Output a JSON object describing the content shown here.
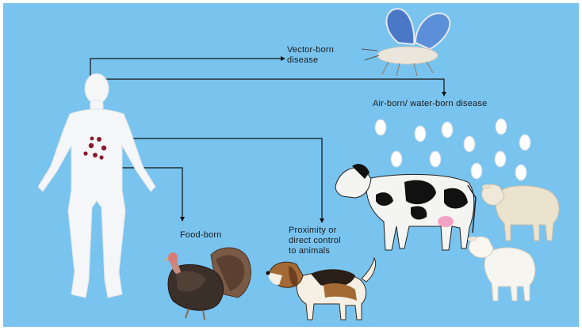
{
  "labels": {
    "vector_borne": "Vector-born\ndisease",
    "air_water_borne": "Air-born/ water-born disease",
    "food_borne": "Food-born",
    "proximity": "Proximity or\ndirect control\nto animals"
  },
  "colors": {
    "background": "#79c3ef",
    "connector": "#111111",
    "human": "#f4f6f8",
    "pathogen": "#8b1a2c"
  },
  "icons": {
    "human": "human-figure",
    "butterfly": "butterfly-icon",
    "droplets": "droplet-icon",
    "cow": "cow-icon",
    "sheep": "sheep-icon",
    "lamb": "lamb-icon",
    "turkey": "turkey-icon",
    "dog": "beagle-dog-icon"
  }
}
